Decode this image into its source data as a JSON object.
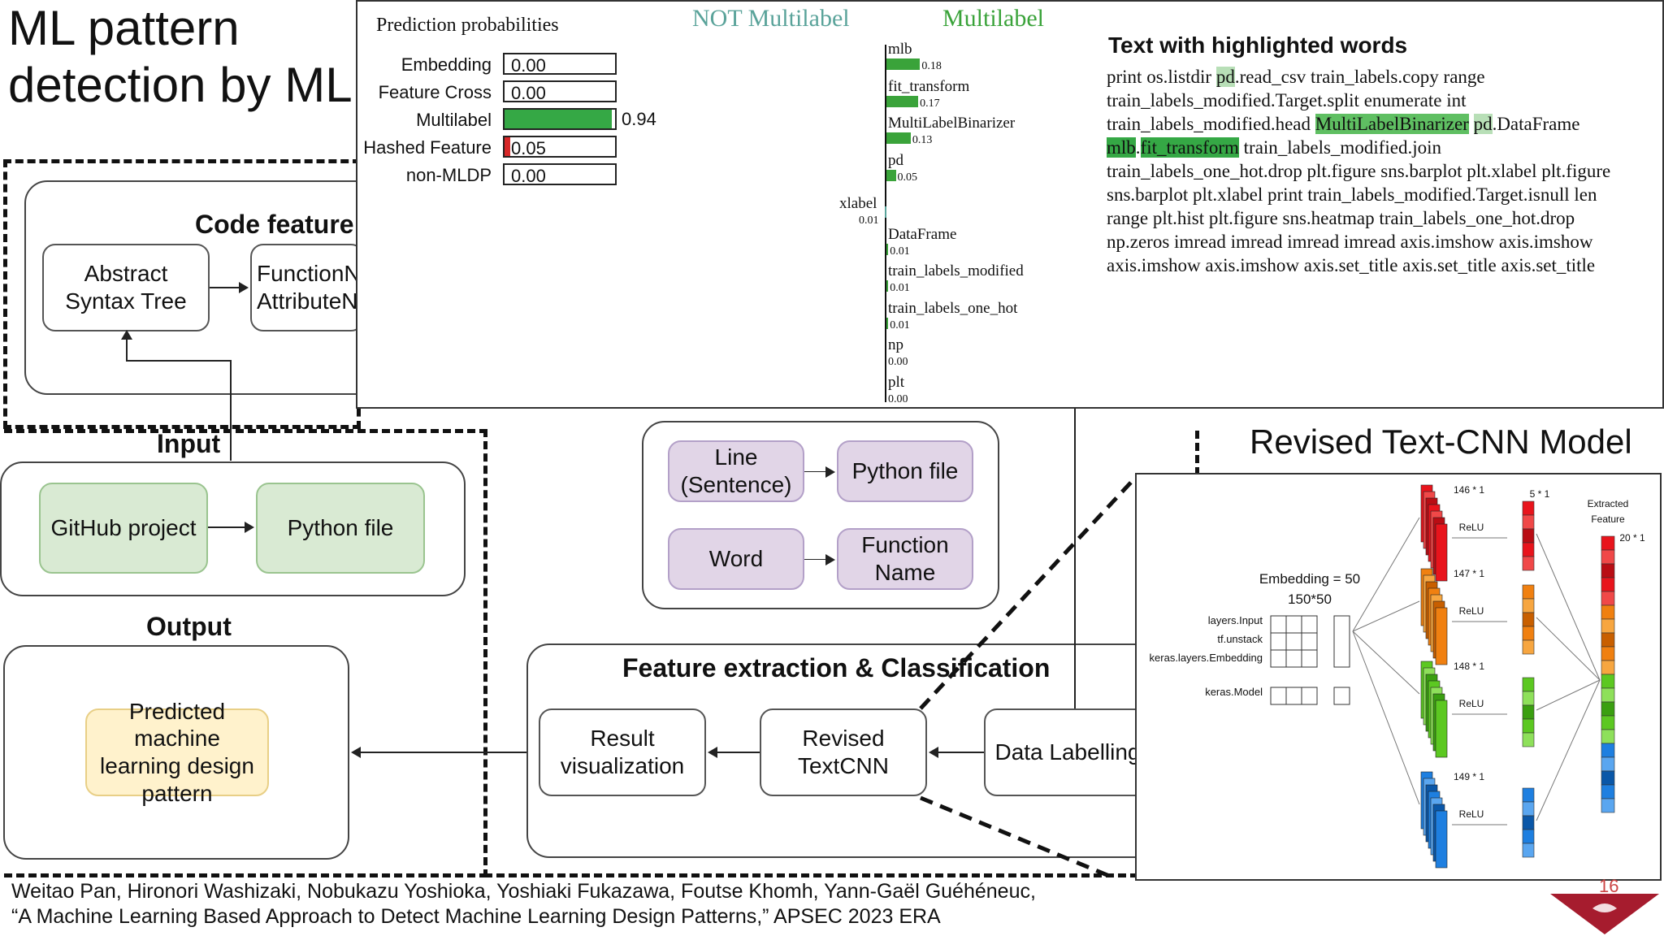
{
  "slide": {
    "title_line1": "ML pattern",
    "title_line2": "detection by ML",
    "citation_line1": "Weitao Pan, Hironori Washizaki, Nobukazu Yoshioka, Yoshiaki Fukazawa, Foutse Khomh, Yann-Gaël Guéhéneuc,",
    "citation_line2": "“A Machine Learning Based Approach to Detect Machine Learning Design Patterns,” APSEC 2023 ERA",
    "page_number": "16",
    "logo_color": "#a61c2e"
  },
  "diagram": {
    "code_feature": {
      "heading": "Code feature",
      "ast": "Abstract Syntax Tree",
      "func_line1": "FunctionN",
      "func_line2": "AttributeN"
    },
    "input": {
      "heading": "Input",
      "github": "GitHub project",
      "python": "Python file"
    },
    "output": {
      "heading": "Output",
      "predicted": "Predicted machine learning design pattern"
    },
    "granularity": {
      "line": "Line (Sentence)",
      "python_file": "Python file",
      "word": "Word",
      "function_name": "Function Name"
    },
    "feature_extraction": {
      "heading": "Feature extraction & Classification",
      "result": "Result visualization",
      "textcnn": "Revised TextCNN",
      "labelling": "Data Labelling"
    }
  },
  "lime": {
    "prob_title": "Prediction probabilities",
    "classes": [
      {
        "label": "Embedding",
        "value": 0.0,
        "text": "0.00",
        "color": "#35a845"
      },
      {
        "label": "Feature Cross",
        "value": 0.0,
        "text": "0.00",
        "color": "#35a845"
      },
      {
        "label": "Multilabel",
        "value": 0.94,
        "text": "0.94",
        "color": "#35a845"
      },
      {
        "label": "Hashed Feature",
        "value": 0.05,
        "text": "0.05",
        "color": "#d62728"
      },
      {
        "label": "non-MLDP",
        "value": 0.0,
        "text": "0.00",
        "color": "#35a845"
      }
    ],
    "not_label": "NOT Multilabel",
    "yes_label": "Multilabel",
    "not_color": "#5aa39a",
    "yes_color": "#3aa33a",
    "features": [
      {
        "name": "mlb",
        "value": 0.18,
        "text": "0.18",
        "side": "right"
      },
      {
        "name": "fit_transform",
        "value": 0.17,
        "text": "0.17",
        "side": "right"
      },
      {
        "name": "MultiLabelBinarizer",
        "value": 0.13,
        "text": "0.13",
        "side": "right"
      },
      {
        "name": "pd",
        "value": 0.05,
        "text": "0.05",
        "side": "right"
      },
      {
        "name": "xlabel",
        "value": 0.01,
        "text": "0.01",
        "side": "left"
      },
      {
        "name": "DataFrame",
        "value": 0.01,
        "text": "0.01",
        "side": "right"
      },
      {
        "name": "train_labels_modified",
        "value": 0.01,
        "text": "0.01",
        "side": "right"
      },
      {
        "name": "train_labels_one_hot",
        "value": 0.01,
        "text": "0.01",
        "side": "right"
      },
      {
        "name": "np",
        "value": 0.0,
        "text": "0.00",
        "side": "right"
      },
      {
        "name": "plt",
        "value": 0.0,
        "text": "0.00",
        "side": "right"
      }
    ],
    "text_title": "Text with highlighted words",
    "text_lines": [
      [
        {
          "t": "print os.listdir "
        },
        {
          "t": "pd",
          "h": "light"
        },
        {
          "t": ".read_csv train_labels.copy range"
        }
      ],
      [
        {
          "t": "train_labels_modified.Target.split enumerate int"
        }
      ],
      [
        {
          "t": "train_labels_modified.head "
        },
        {
          "t": "MultiLabelBinarizer",
          "h": "mid"
        },
        {
          "t": " "
        },
        {
          "t": "pd",
          "h": "light"
        },
        {
          "t": ".DataFrame"
        }
      ],
      [
        {
          "t": "mlb",
          "h": "strong"
        },
        {
          "t": "."
        },
        {
          "t": "fit_transform",
          "h": "strong"
        },
        {
          "t": " train_labels_modified.join"
        }
      ],
      [
        {
          "t": "train_labels_one_hot.drop plt.figure sns.barplot plt.xlabel plt.figure"
        }
      ],
      [
        {
          "t": "sns.barplot plt.xlabel print train_labels_modified.Target.isnull len"
        }
      ],
      [
        {
          "t": "range plt.hist plt.figure sns.heatmap train_labels_one_hot.drop"
        }
      ],
      [
        {
          "t": "np.zeros imread imread imread imread axis.imshow axis.imshow"
        }
      ],
      [
        {
          "t": "axis.imshow axis.imshow axis.set_title axis.set_title axis.set_title"
        }
      ]
    ]
  },
  "cnn": {
    "title": "Revised Text-CNN Model",
    "embedding_line1": "Embedding = 50",
    "embedding_line2": "150*50",
    "layers": [
      "layers.Input",
      "tf.unstack",
      "keras.layers.Embedding",
      "keras.Model"
    ],
    "branches": [
      {
        "size": "146 * 1",
        "relu": "ReLU",
        "colors": [
          "#e8141c",
          "#f04848",
          "#b90d14"
        ]
      },
      {
        "size": "147 * 1",
        "relu": "ReLU",
        "colors": [
          "#f08010",
          "#f7a640",
          "#c85f00"
        ]
      },
      {
        "size": "148 * 1",
        "relu": "ReLU",
        "colors": [
          "#5cc821",
          "#8ee05a",
          "#3a9f10"
        ]
      },
      {
        "size": "149 * 1",
        "relu": "ReLU",
        "colors": [
          "#1e7fe0",
          "#5aa6f0",
          "#0a57a8"
        ]
      }
    ],
    "pool_size": "5 * 1",
    "extracted_line1": "Extracted",
    "extracted_line2": "Feature",
    "extracted_size": "20 * 1"
  }
}
